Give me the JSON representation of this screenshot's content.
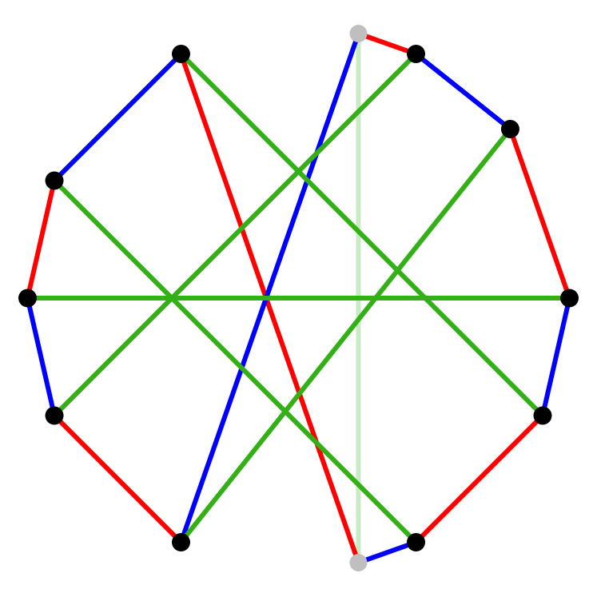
{
  "diagram": {
    "type": "graph",
    "colors": {
      "red": "#ff0000",
      "blue": "#0000ff",
      "green": "#33b016",
      "faded_green": "#c8ebc4",
      "vertex": "#000000",
      "faded_vertex": "#bfbfbf",
      "background": "#ffffff"
    },
    "vertices": [
      {
        "id": "v0",
        "angle_deg": 90,
        "style": "faded"
      },
      {
        "id": "v1",
        "angle_deg": 64.3,
        "style": "normal"
      },
      {
        "id": "v2",
        "angle_deg": 38.6,
        "style": "normal"
      },
      {
        "id": "v3",
        "angle_deg": 0,
        "style": "normal"
      },
      {
        "id": "v4",
        "angle_deg": -25.7,
        "style": "normal"
      },
      {
        "id": "v5",
        "angle_deg": -64.3,
        "style": "normal"
      },
      {
        "id": "v6",
        "angle_deg": -90,
        "style": "faded"
      },
      {
        "id": "v7",
        "angle_deg": -115.7,
        "style": "normal"
      },
      {
        "id": "v8",
        "angle_deg": -154.3,
        "style": "normal"
      },
      {
        "id": "v9",
        "angle_deg": 180,
        "style": "normal"
      },
      {
        "id": "v10",
        "angle_deg": 154.3,
        "style": "normal"
      },
      {
        "id": "v11",
        "angle_deg": 115.7,
        "style": "normal"
      }
    ],
    "edges": [
      {
        "from": "v0",
        "to": "v1",
        "color": "red"
      },
      {
        "from": "v1",
        "to": "v2",
        "color": "blue"
      },
      {
        "from": "v2",
        "to": "v3",
        "color": "red"
      },
      {
        "from": "v3",
        "to": "v4",
        "color": "blue"
      },
      {
        "from": "v4",
        "to": "v5",
        "color": "red"
      },
      {
        "from": "v5",
        "to": "v6",
        "color": "blue"
      },
      {
        "from": "v7",
        "to": "v8",
        "color": "red"
      },
      {
        "from": "v8",
        "to": "v9",
        "color": "blue"
      },
      {
        "from": "v9",
        "to": "v10",
        "color": "red"
      },
      {
        "from": "v10",
        "to": "v11",
        "color": "blue"
      },
      {
        "from": "v11",
        "to": "v6",
        "color": "red"
      },
      {
        "from": "v0",
        "to": "v7",
        "color": "blue"
      },
      {
        "from": "v0",
        "to": "v6",
        "color": "faded_green"
      },
      {
        "from": "v1",
        "to": "v8",
        "color": "green"
      },
      {
        "from": "v2",
        "to": "v7",
        "color": "green"
      },
      {
        "from": "v3",
        "to": "v9",
        "color": "green"
      },
      {
        "from": "v4",
        "to": "v11",
        "color": "green"
      },
      {
        "from": "v5",
        "to": "v10",
        "color": "green"
      }
    ]
  }
}
